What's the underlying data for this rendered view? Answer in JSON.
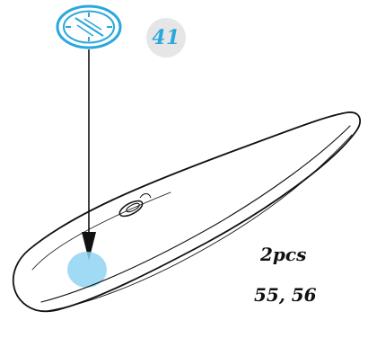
{
  "step": {
    "number": "41"
  },
  "labels": {
    "quantity": "2pcs",
    "part_numbers": "55, 56"
  },
  "icons": {
    "part": "sticker-disc-icon",
    "direction": "arrow-down-icon"
  },
  "colors": {
    "accent_blue": "#2aa7dc",
    "placement_fill": "#8fd3f2",
    "badge_grey": "#e6e6e6",
    "line": "#111111"
  }
}
